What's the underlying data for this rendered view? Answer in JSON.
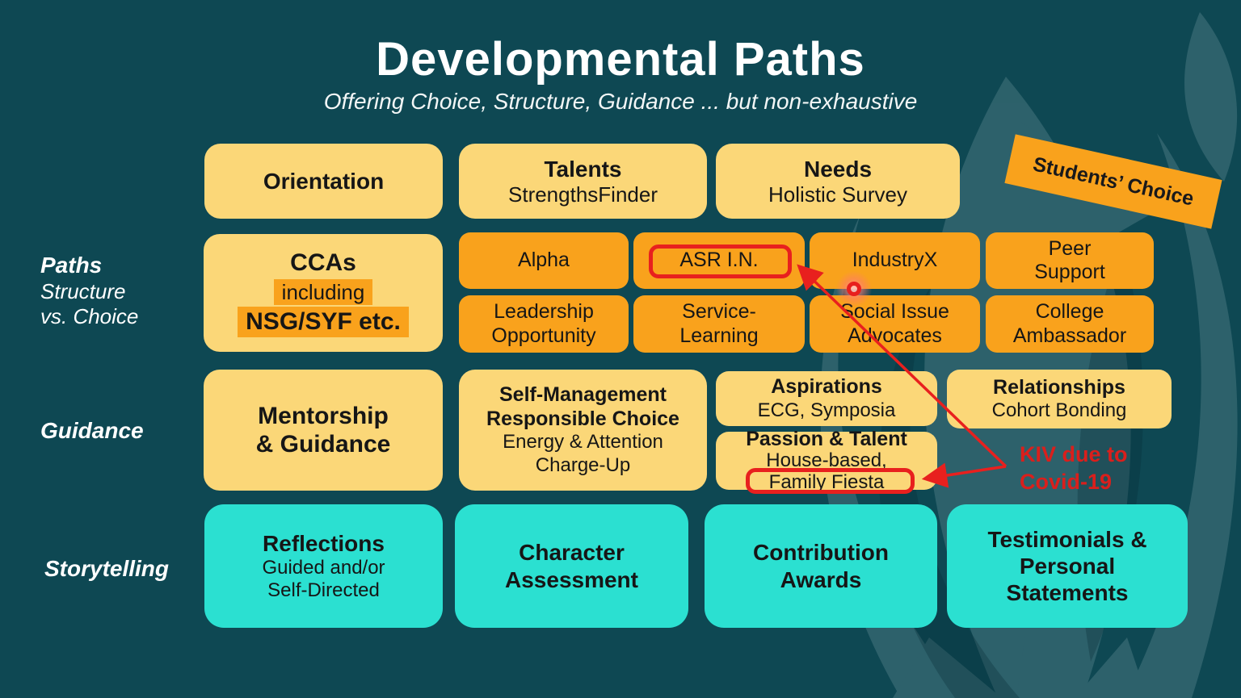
{
  "title": "Developmental Paths",
  "subtitle": "Offering Choice, Structure, Guidance ... but non-exhaustive",
  "sticker": "Students’ Choice",
  "side_labels": {
    "paths_title": "Paths",
    "paths_subtitle": "Structure\nvs. Choice",
    "guidance": "Guidance",
    "storytelling": "Storytelling"
  },
  "top_row": {
    "orientation": "Orientation",
    "talents_title": "Talents",
    "talents_subtitle": "StrengthsFinder",
    "needs_title": "Needs",
    "needs_subtitle": "Holistic Survey"
  },
  "paths_row": {
    "ccas_title": "CCAs",
    "ccas_highlight_1": "including",
    "ccas_highlight_2": "NSG/SYF etc.",
    "alpha": "Alpha",
    "asr": "ASR I.N.",
    "industryx": "IndustryX",
    "peer_support": "Peer\nSupport",
    "leadership": "Leadership\nOpportunity",
    "service_learning": "Service-\nLearning",
    "social_issue": "Social Issue\nAdvocates",
    "college_ambassador": "College\nAmbassador"
  },
  "guidance_row": {
    "mentorship": "Mentorship\n& Guidance",
    "self_management_bold": "Self-Management\nResponsible Choice",
    "self_management_regular": "Energy & Attention\nCharge-Up",
    "aspirations_title": "Aspirations",
    "aspirations_subtitle": "ECG, Symposia",
    "relationships_title": "Relationships",
    "relationships_subtitle": "Cohort Bonding",
    "passion_title": "Passion & Talent",
    "passion_subtitle_1": "House-based,",
    "passion_subtitle_2": "Family Fiesta"
  },
  "storytelling_row": {
    "reflections_title": "Reflections",
    "reflections_subtitle": "Guided and/or\nSelf-Directed",
    "character": "Character\nAssessment",
    "contribution": "Contribution\nAwards",
    "testimonials": "Testimonials &\nPersonal\nStatements"
  },
  "annotations": {
    "kiv": "KIV due to\nCovid-19"
  },
  "colors": {
    "background": "#0e4853",
    "yellow": "#fbd778",
    "orange": "#f9a21c",
    "turquoise": "#2be0d1",
    "red": "#e8201e",
    "text_dark": "#161616",
    "text_light": "#ffffff"
  }
}
